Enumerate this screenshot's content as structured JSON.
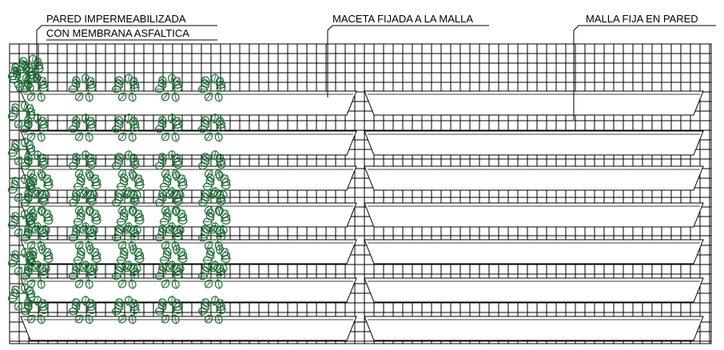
{
  "labels": {
    "wall": {
      "line1": "PARED IMPERMEABILIZADA",
      "line2": "CON MEMBRANA ASFALTICA"
    },
    "pot": "MACETA FIJADA A LA MALLA",
    "mesh": "MALLA FIJA EN PARED"
  },
  "colors": {
    "line": "#000000",
    "plant": "#1f6b35",
    "background": "#ffffff"
  },
  "icons": {
    "plant": "ivy-leaf-cluster-icon"
  }
}
